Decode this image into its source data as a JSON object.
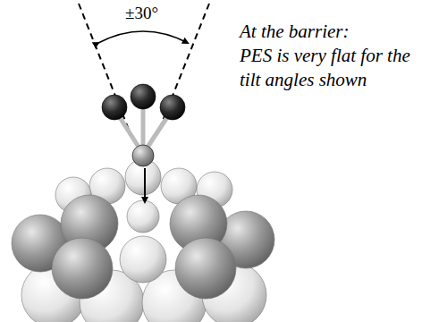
{
  "diagram": {
    "labels": [
      "±30°",
      "At the barrier:",
      "PES is very flat for the tilt angles shown"
    ]
  }
}
